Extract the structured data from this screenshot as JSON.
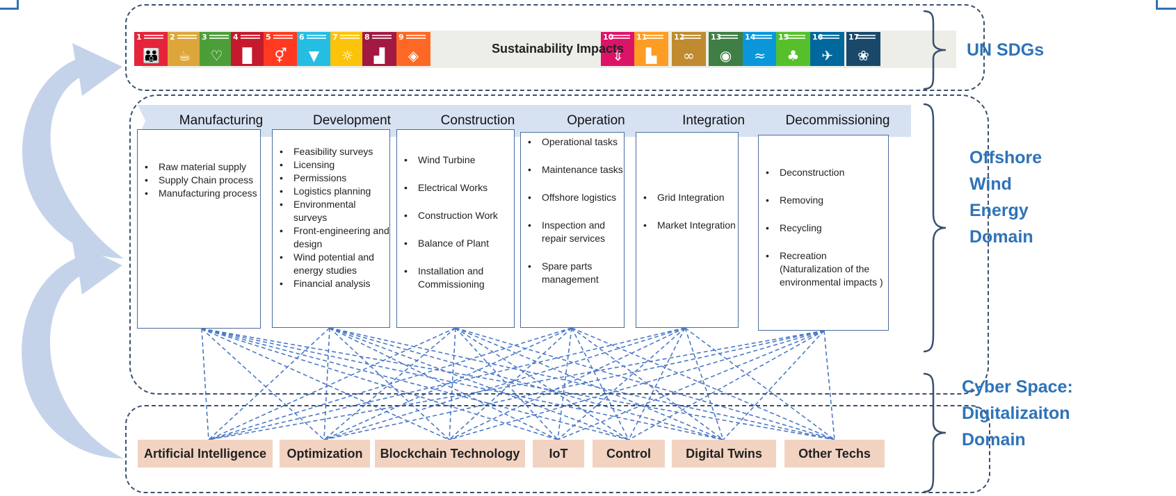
{
  "sdgs": {
    "title": "Sustainability Impacts",
    "goals": [
      {
        "number": "1",
        "color": "#e5243b",
        "icon": "people-icon"
      },
      {
        "number": "2",
        "color": "#dda63a",
        "icon": "bowl-icon"
      },
      {
        "number": "3",
        "color": "#4c9f38",
        "icon": "heartbeat-icon"
      },
      {
        "number": "4",
        "color": "#c5192d",
        "icon": "book-icon"
      },
      {
        "number": "5",
        "color": "#ff3a21",
        "icon": "gender-icon"
      },
      {
        "number": "6",
        "color": "#26bde2",
        "icon": "water-icon"
      },
      {
        "number": "7",
        "color": "#fcc30b",
        "icon": "sun-icon"
      },
      {
        "number": "8",
        "color": "#a21942",
        "icon": "growth-chart-icon"
      },
      {
        "number": "9",
        "color": "#fd6925",
        "icon": "cubes-icon"
      },
      {
        "number": "10",
        "color": "#dd1367",
        "icon": "equality-icon"
      },
      {
        "number": "11",
        "color": "#fd9d24",
        "icon": "city-icon"
      },
      {
        "number": "12",
        "color": "#bf8b2e",
        "icon": "infinity-icon"
      },
      {
        "number": "13",
        "color": "#3f7e44",
        "icon": "eye-icon"
      },
      {
        "number": "14",
        "color": "#0a97d9",
        "icon": "fish-icon"
      },
      {
        "number": "15",
        "color": "#56c02b",
        "icon": "tree-icon"
      },
      {
        "number": "16",
        "color": "#00689d",
        "icon": "dove-icon"
      },
      {
        "number": "17",
        "color": "#19486a",
        "icon": "partnership-icon"
      }
    ]
  },
  "phases": [
    {
      "label": "Manufacturing",
      "items": [
        "Raw material supply",
        "Supply Chain process",
        "Manufacturing process"
      ]
    },
    {
      "label": "Development",
      "items": [
        "Feasibility surveys",
        "Licensing",
        "Permissions",
        "Logistics planning",
        "Environmental surveys",
        "Front-engineering and design",
        "Wind potential and energy studies",
        "Financial analysis"
      ]
    },
    {
      "label": "Construction",
      "items": [
        "Wind Turbine",
        "Electrical Works",
        "Construction Work",
        "Balance of Plant",
        "Installation and Commissioning"
      ]
    },
    {
      "label": "Operation",
      "items": [
        "Operational tasks",
        "Maintenance tasks",
        "Offshore logistics",
        "Inspection and repair services",
        "Spare parts management"
      ]
    },
    {
      "label": "Integration",
      "items": [
        "Grid Integration",
        "Market Integration"
      ]
    },
    {
      "label": "Decommissioning",
      "items": [
        "Deconstruction",
        "Removing",
        "Recycling",
        "Recreation (Naturalization of the environmental impacts )"
      ]
    }
  ],
  "technologies": [
    "Artificial Intelligence",
    "Optimization",
    "Blockchain Technology",
    "IoT",
    "Control",
    "Digital Twins",
    "Other Techs"
  ],
  "side_labels": {
    "sdgs": "UN SDGs",
    "domain": [
      "Offshore",
      "Wind",
      "Energy",
      "Domain"
    ],
    "cyber": [
      "Cyber Space:",
      "Digitalizaiton",
      "Domain"
    ]
  },
  "colors": {
    "accent": "#2e73b8",
    "phase_fill": "#d6e1f2",
    "tech_fill": "#f2d3c1",
    "link_line": "#4a78c8",
    "arrow_fill": "#c5d3ea"
  }
}
